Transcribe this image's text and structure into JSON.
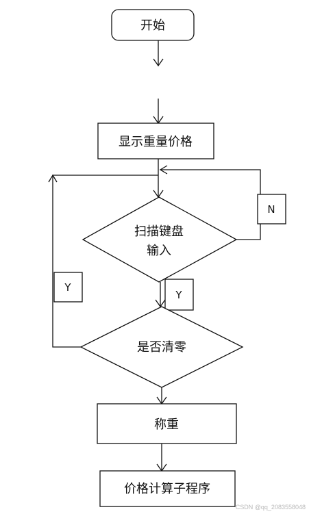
{
  "flowchart": {
    "start": "开始",
    "display_weight_price": "显示重量价格",
    "scan_keyboard_line1": "扫描键盘",
    "scan_keyboard_line2": "输入",
    "is_zero": "是否清零",
    "weigh": "称重",
    "price_calc": "价格计算子程序",
    "label_n": "N",
    "label_y_scan": "Y",
    "label_y_zero": "Y"
  },
  "watermark": "CSDN @qq_2083558048"
}
